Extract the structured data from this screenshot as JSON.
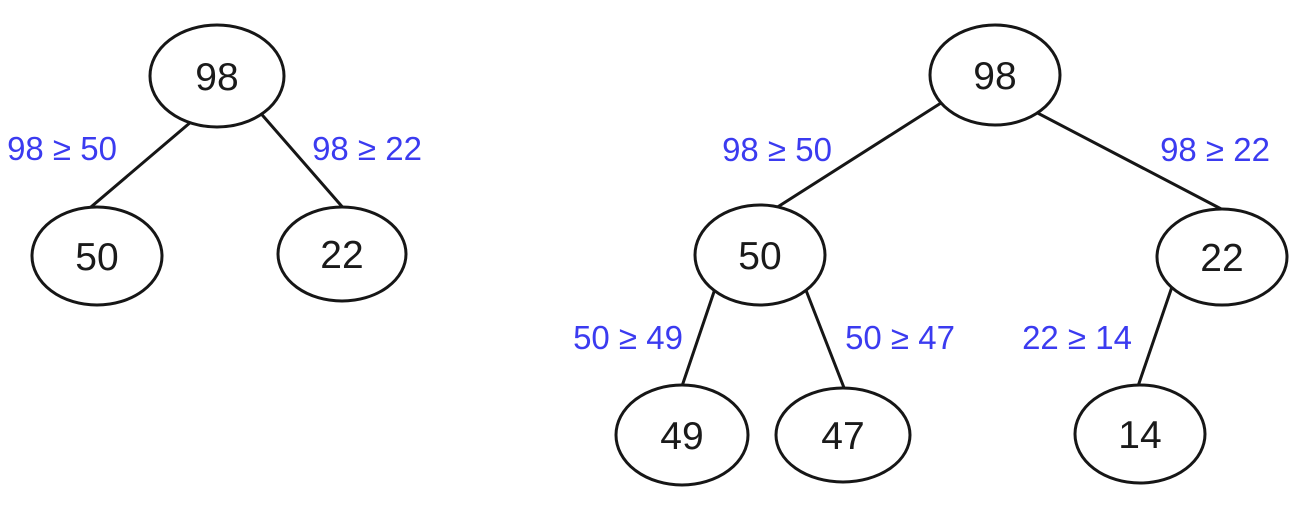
{
  "colors": {
    "edge_label_blue": "#3b3bf0",
    "diagram_black": "#161616",
    "node_fill": "#ffffff",
    "background": "#ffffff"
  },
  "left_tree": {
    "nodes": {
      "root": "98",
      "left_child": "50",
      "right_child": "22"
    },
    "edge_labels": {
      "root_left": "98 ≥ 50",
      "root_right": "98 ≥ 22"
    }
  },
  "right_tree": {
    "nodes": {
      "root": "98",
      "left_child": "50",
      "right_child": "22",
      "left_left_child": "49",
      "left_right_child": "47",
      "right_left_child": "14"
    },
    "edge_labels": {
      "root_left": "98 ≥ 50",
      "root_right": "98 ≥ 22",
      "left_left": "50 ≥ 49",
      "left_right": "50 ≥ 47",
      "right_left": "22 ≥ 14"
    }
  }
}
